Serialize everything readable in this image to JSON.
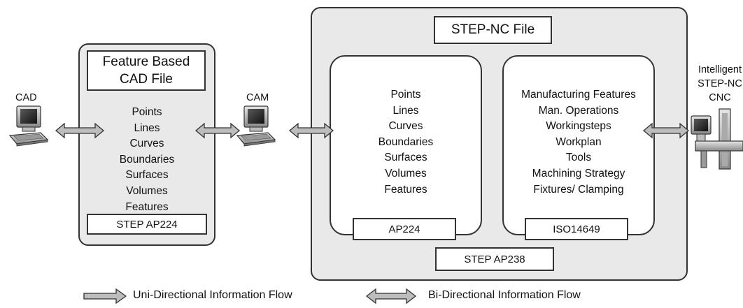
{
  "cad_file_panel": {
    "title_line1": "Feature Based",
    "title_line2": "CAD File",
    "items": [
      "Points",
      "Lines",
      "Curves",
      "Boundaries",
      "Surfaces",
      "Volumes",
      "Features"
    ],
    "footer": "STEP AP224"
  },
  "stepnc_panel": {
    "title": "STEP-NC File",
    "left_box": {
      "items": [
        "Points",
        "Lines",
        "Curves",
        "Boundaries",
        "Surfaces",
        "Volumes",
        "Features"
      ],
      "footer": "AP224"
    },
    "right_box": {
      "items": [
        "Manufacturing Features",
        "Man. Operations",
        "Workingsteps",
        "Workplan",
        "Tools",
        "Machining Strategy",
        "Fixtures/ Clamping"
      ],
      "footer": "ISO14649"
    },
    "footer": "STEP AP238"
  },
  "nodes": {
    "cad": "CAD",
    "cam": "CAM",
    "cnc_line1": "Intelligent",
    "cnc_line2": "STEP-NC",
    "cnc_line3": "CNC"
  },
  "legend": {
    "uni": "Uni-Directional Information Flow",
    "bi": "Bi-Directional Information Flow"
  },
  "colors": {
    "panel_fill": "#e9e9e9",
    "arrow_fill": "#bdbdbd",
    "stroke": "#333333"
  }
}
